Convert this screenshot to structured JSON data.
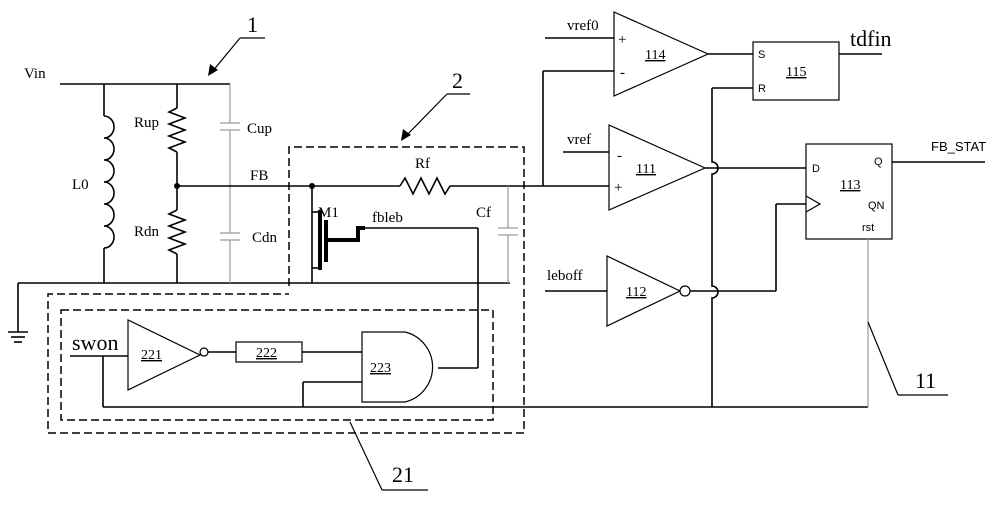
{
  "labels": {
    "vin": "Vin",
    "l0": "L0",
    "rup": "Rup",
    "rdn": "Rdn",
    "cup": "Cup",
    "cdn": "Cdn",
    "fb": "FB",
    "rf": "Rf",
    "m1": "M1",
    "fbleb": "fbleb",
    "cf": "Cf",
    "swon": "swon",
    "vref0": "vref0",
    "vref": "vref",
    "leboff": "leboff",
    "tdfin": "tdfin",
    "fb_stat": "FB_STAT"
  },
  "block_ids": {
    "b114": "114",
    "b111": "111",
    "b112": "112",
    "b115": "115",
    "b113": "113",
    "b221": "221",
    "b222": "222",
    "b223": "223"
  },
  "pins": {
    "s": "S",
    "r": "R",
    "d": "D",
    "q": "Q",
    "qn": "QN",
    "rst": "rst",
    "plus": "+",
    "minus": "-"
  },
  "callouts": {
    "c1": "1",
    "c2": "2",
    "c11": "11",
    "c21": "21"
  }
}
